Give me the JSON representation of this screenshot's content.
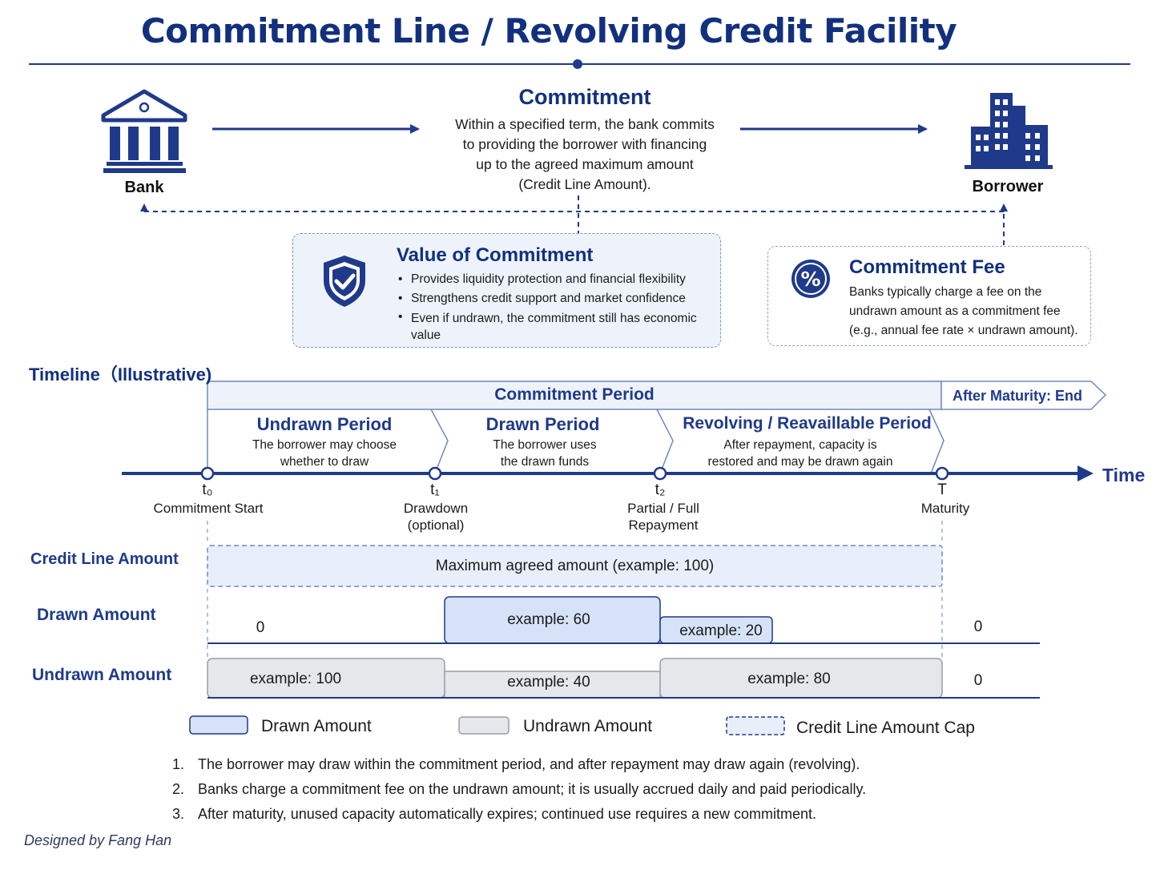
{
  "title": "Commitment Line / Revolving Credit Facility",
  "parties": {
    "bank": "Bank",
    "borrower": "Borrower"
  },
  "commitment": {
    "heading": "Commitment",
    "lines": [
      "Within a specified term, the bank commits",
      "to providing the borrower with financing",
      "up to the agreed maximum amount",
      "(Credit Line Amount)."
    ]
  },
  "value_card": {
    "title": "Value of Commitment",
    "icon": "shield-check-icon",
    "items": [
      "Provides liquidity protection and financial flexibility",
      "Strengthens credit support and market confidence",
      "Even if undrawn, the commitment still has economic value"
    ]
  },
  "fee_card": {
    "title": "Commitment Fee",
    "icon": "percent-icon",
    "lines": [
      "Banks typically charge a fee on the",
      "undrawn amount as a commitment fee",
      "(e.g., annual fee rate × undrawn amount)."
    ]
  },
  "timeline": {
    "title": "Timeline（Illustrative)",
    "commitment_period": "Commitment Period",
    "after_maturity": "After Maturity: End",
    "axis_label": "Time",
    "phases": [
      {
        "title": "Undrawn Period",
        "desc": [
          "The borrower may choose",
          "whether to draw"
        ]
      },
      {
        "title": "Drawn Period",
        "desc": [
          "The borrower uses",
          "the drawn funds"
        ]
      },
      {
        "title": "Revolving / Reavaillable Period",
        "desc": [
          "After repayment, capacity is",
          "restored and may be drawn again"
        ]
      }
    ],
    "ticks": [
      {
        "symbol": "t₀",
        "label": [
          "Commitment Start"
        ]
      },
      {
        "symbol": "t₁",
        "label": [
          "Drawdown",
          "(optional)"
        ]
      },
      {
        "symbol": "t₂",
        "label": [
          "Partial / Full",
          "Repayment"
        ]
      },
      {
        "symbol": "T",
        "label": [
          "Maturity"
        ]
      }
    ]
  },
  "rows": {
    "credit_line": {
      "label": "Credit Line Amount",
      "text": "Maximum agreed amount (example: 100)"
    },
    "drawn": {
      "label": "Drawn Amount",
      "values": [
        "0",
        "example:  60",
        "example: 20",
        "0"
      ]
    },
    "undrawn": {
      "label": "Undrawn Amount",
      "values": [
        "example: 100",
        "example: 40",
        "example:  80",
        "0"
      ]
    }
  },
  "legend": {
    "drawn": "Drawn Amount",
    "undrawn": "Undrawn Amount",
    "cap": "Credit Line Amount Cap"
  },
  "colors": {
    "navy": "#1f3a8a",
    "drawn_fill": "#d6e2f7",
    "undrawn_fill": "#e6e7ea",
    "cap_fill": "#e8effa"
  },
  "notes": [
    {
      "num": "1.",
      "text": "The borrower may draw within the commitment period, and after repayment may draw again (revolving)."
    },
    {
      "num": "2.",
      "text": "Banks charge a commitment fee on the undrawn amount; it is usually accrued daily and paid periodically."
    },
    {
      "num": "3.",
      "text": "After maturity, unused capacity automatically expires; continued use requires a new commitment."
    }
  ],
  "footer": "Designed by Fang Han"
}
